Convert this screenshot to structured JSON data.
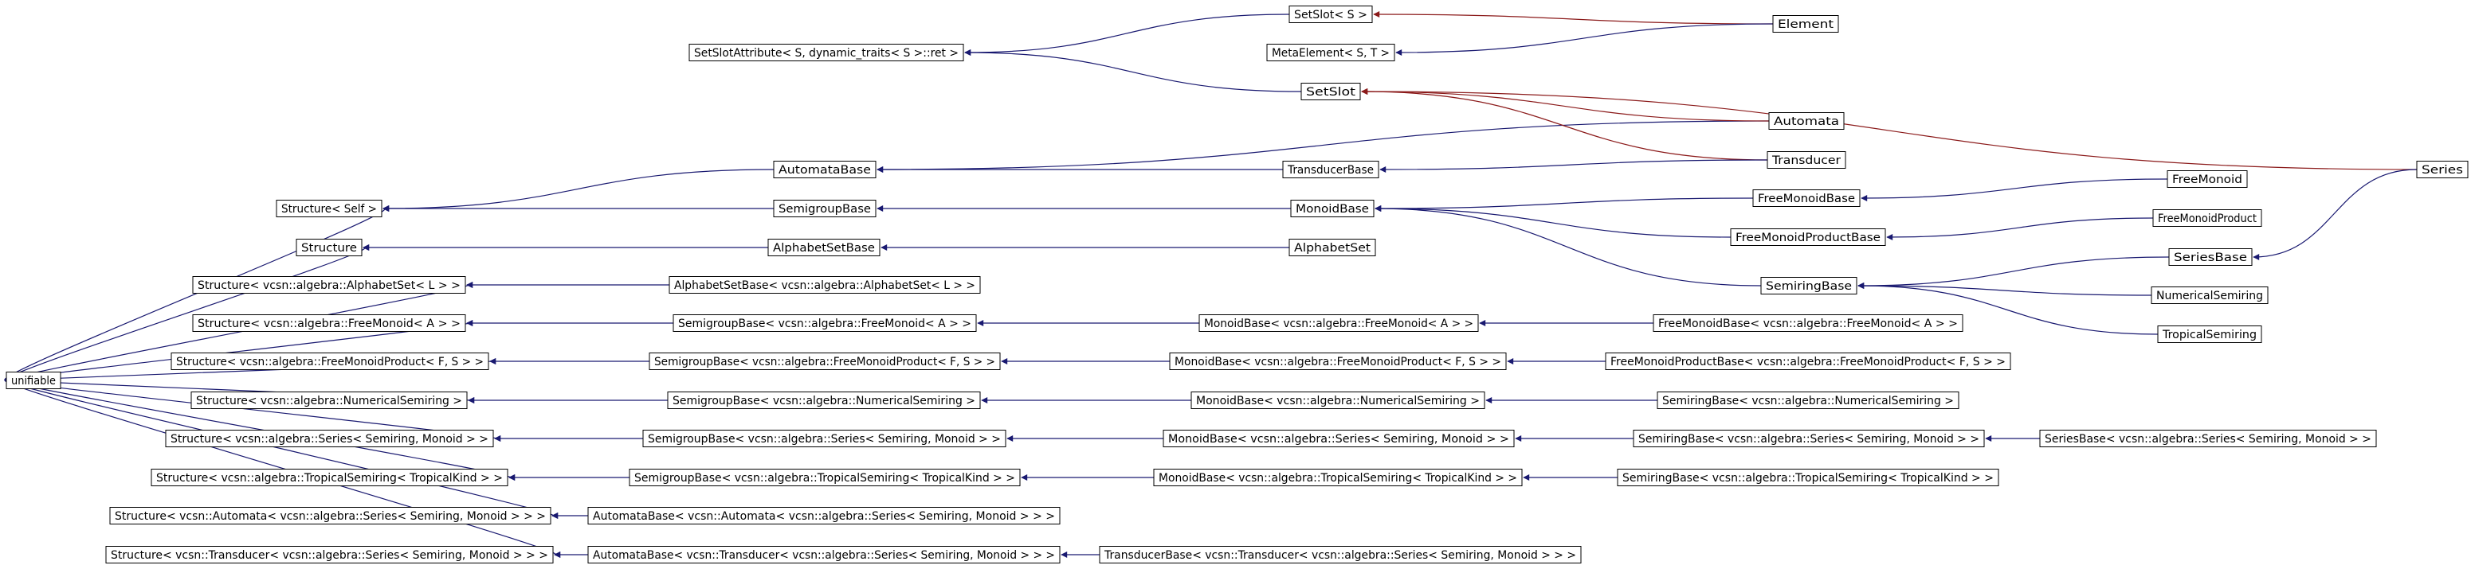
{
  "colors": {
    "inherit_edge": "#191970",
    "template_edge": "#8b1a1a",
    "node_border": "#000000",
    "background": "#ffffff"
  },
  "nodes": {
    "unifiable": "unifiable",
    "structure_self": "Structure< Self >",
    "structure": "Structure",
    "structure_alphabetset": "Structure< vcsn::algebra::AlphabetSet< L > >",
    "structure_freemonoid": "Structure< vcsn::algebra::FreeMonoid< A > >",
    "structure_freemonoidproduct": "Structure< vcsn::algebra::FreeMonoidProduct< F, S > >",
    "structure_numericalsemiring": "Structure< vcsn::algebra::NumericalSemiring >",
    "structure_series": "Structure< vcsn::algebra::Series< Semiring, Monoid > >",
    "structure_tropicalsemiring": "Structure< vcsn::algebra::TropicalSemiring< TropicalKind > >",
    "structure_automata": "Structure< vcsn::Automata< vcsn::algebra::Series< Semiring, Monoid > > >",
    "structure_transducer": "Structure< vcsn::Transducer< vcsn::algebra::Series< Semiring, Monoid > > >",
    "setslotattribute": "SetSlotAttribute< S, dynamic_traits< S >::ret >",
    "automatabase": "AutomataBase",
    "semigroupbase": "SemigroupBase",
    "alphabetsetbase": "AlphabetSetBase",
    "alphabetsetbase_alphabetset": "AlphabetSetBase< vcsn::algebra::AlphabetSet< L > >",
    "semigroupbase_freemonoid": "SemigroupBase< vcsn::algebra::FreeMonoid< A > >",
    "semigroupbase_freemonoidproduct": "SemigroupBase< vcsn::algebra::FreeMonoidProduct< F, S > >",
    "semigroupbase_numericalsemiring": "SemigroupBase< vcsn::algebra::NumericalSemiring >",
    "semigroupbase_series": "SemigroupBase< vcsn::algebra::Series< Semiring, Monoid > >",
    "semigroupbase_tropicalsemiring": "SemigroupBase< vcsn::algebra::TropicalSemiring< TropicalKind > >",
    "automatabase_automata": "AutomataBase< vcsn::Automata< vcsn::algebra::Series< Semiring, Monoid > > >",
    "automatabase_transducer": "AutomataBase< vcsn::Transducer< vcsn::algebra::Series< Semiring, Monoid > > >",
    "setslot_s": "SetSlot< S >",
    "metaelement": "MetaElement< S, T >",
    "setslot": "SetSlot",
    "transducerbase": "TransducerBase",
    "monoidbase": "MonoidBase",
    "alphabetset": "AlphabetSet",
    "monoidbase_freemonoid": "MonoidBase< vcsn::algebra::FreeMonoid< A > >",
    "monoidbase_freemonoidproduct": "MonoidBase< vcsn::algebra::FreeMonoidProduct< F, S > >",
    "monoidbase_numericalsemiring": "MonoidBase< vcsn::algebra::NumericalSemiring >",
    "monoidbase_series": "MonoidBase< vcsn::algebra::Series< Semiring, Monoid > >",
    "monoidbase_tropicalsemiring": "MonoidBase< vcsn::algebra::TropicalSemiring< TropicalKind > >",
    "transducerbase_transducer": "TransducerBase< vcsn::Transducer< vcsn::algebra::Series< Semiring, Monoid > > >",
    "element": "Element",
    "automata": "Automata",
    "transducer": "Transducer",
    "freemonoidbase": "FreeMonoidBase",
    "freemonoidproductbase": "FreeMonoidProductBase",
    "semiringbase": "SemiringBase",
    "freemonoidbase_freemonoid": "FreeMonoidBase< vcsn::algebra::FreeMonoid< A > >",
    "freemonoidproductbase_freemonoidproduct": "FreeMonoidProductBase< vcsn::algebra::FreeMonoidProduct< F, S > >",
    "semiringbase_numericalsemiring": "SemiringBase< vcsn::algebra::NumericalSemiring >",
    "semiringbase_series": "SemiringBase< vcsn::algebra::Series< Semiring, Monoid > >",
    "semiringbase_tropicalsemiring": "SemiringBase< vcsn::algebra::TropicalSemiring< TropicalKind > >",
    "freemonoid": "FreeMonoid",
    "freemonoidproduct": "FreeMonoidProduct",
    "seriesbase": "SeriesBase",
    "numericalsemiring": "NumericalSemiring",
    "tropicalsemiring": "TropicalSemiring",
    "seriesbase_series": "SeriesBase< vcsn::algebra::Series< Semiring, Monoid > >",
    "series": "Series"
  }
}
